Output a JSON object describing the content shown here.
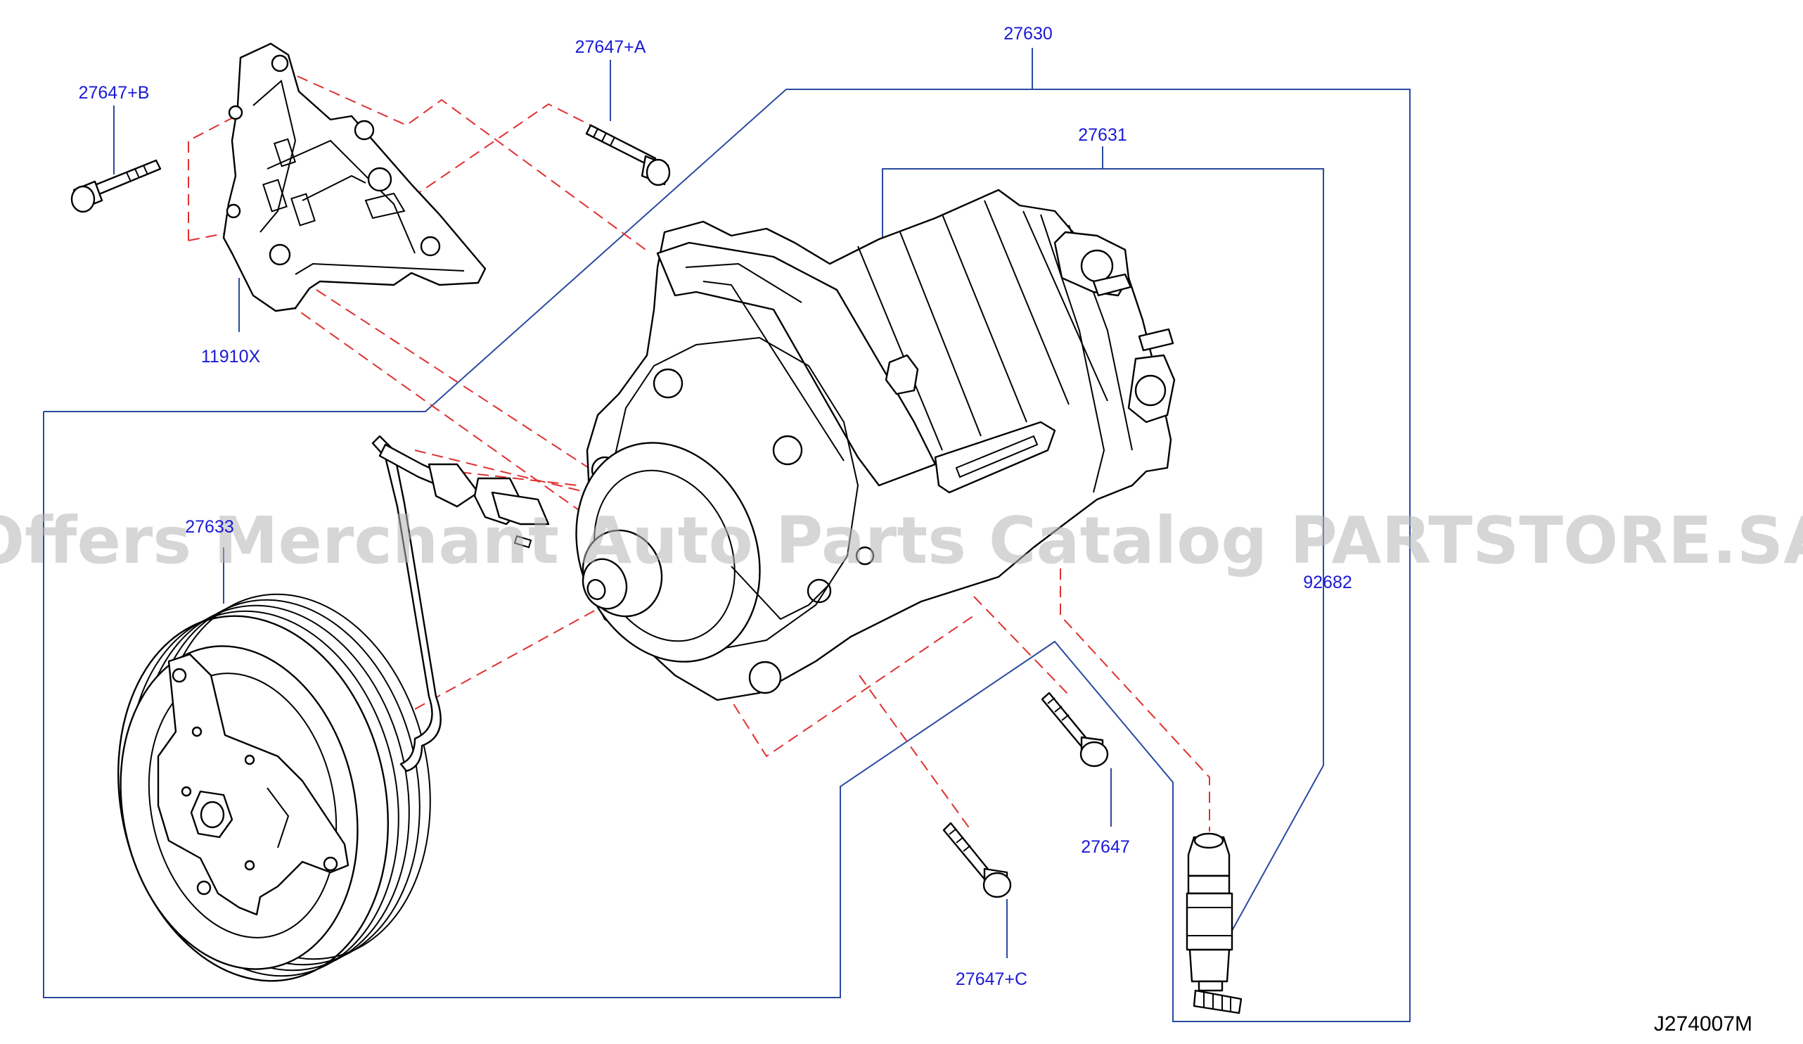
{
  "diagram": {
    "figure_code": "J274007M",
    "watermark": "Offers Merchant Auto Parts Catalog PARTSTORE.SA",
    "colors": {
      "callout": "#1a1ad6",
      "leader": "#2a4aa0",
      "phantom": "#e03030",
      "outline": "#000000"
    },
    "callouts": {
      "bolt_a": "27647+A",
      "bolt_b": "27647+B",
      "bracket": "11910X",
      "compressor_assy": "27630",
      "compressor": "27631",
      "clutch": "27633",
      "switch": "92682",
      "bolt": "27647",
      "bolt_c": "27647+C"
    }
  }
}
